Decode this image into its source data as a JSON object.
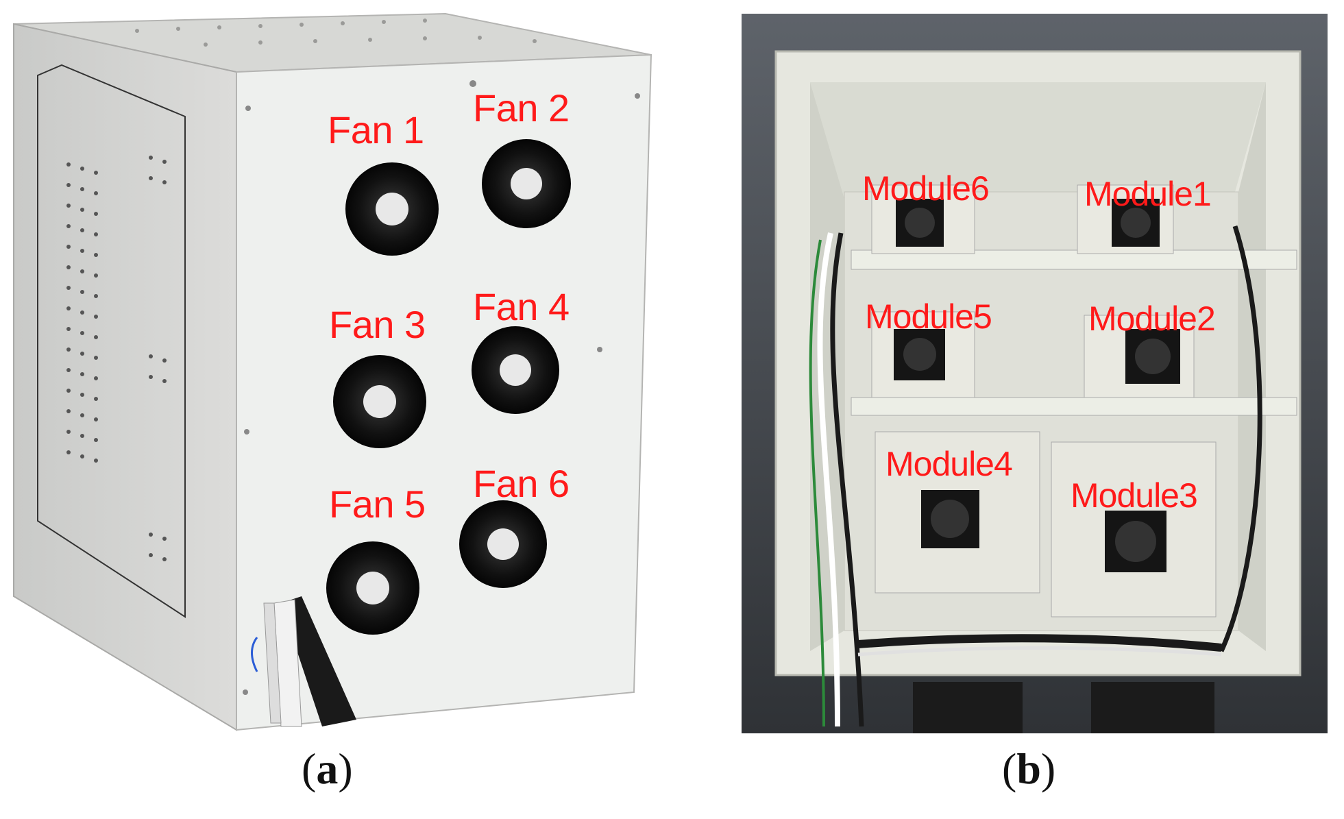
{
  "panel_a": {
    "fans": [
      "Fan 1",
      "Fan 2",
      "Fan 3",
      "Fan 4",
      "Fan 5",
      "Fan 6"
    ],
    "caption": {
      "open": "(",
      "letter": "a",
      "close": ")"
    }
  },
  "panel_b": {
    "modules": [
      "Module6",
      "Module1",
      "Module5",
      "Module2",
      "Module4",
      "Module3"
    ],
    "caption": {
      "open": "(",
      "letter": "b",
      "close": ")"
    }
  }
}
